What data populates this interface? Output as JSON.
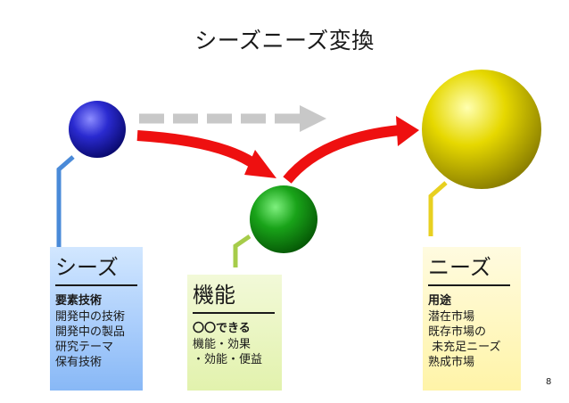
{
  "title": "シーズニーズ変換",
  "colors": {
    "seeds_sphere": "#2a2ad0",
    "function_sphere": "#19a319",
    "needs_sphere": "#e6d800",
    "arrow_red": "#ee1010",
    "arrow_gray": "#c8c8c8",
    "connector_blue": "#4a8ad8",
    "connector_green": "#a6cc4a",
    "connector_yellow": "#e8d020"
  },
  "cards": {
    "seeds": {
      "heading": "シーズ",
      "subheading": "要素技術",
      "items": [
        "開発中の技術",
        "開発中の製品",
        "研究テーマ",
        "保有技術"
      ]
    },
    "function": {
      "heading": "機能",
      "subheading": "〇〇できる",
      "items": [
        "機能・効果",
        "・効能・便益"
      ]
    },
    "needs": {
      "heading": "ニーズ",
      "subheading": "用途",
      "items": [
        "潜在市場",
        "既存市場の",
        " 未充足ニーズ",
        "熟成市場"
      ]
    }
  },
  "page_number": "8"
}
